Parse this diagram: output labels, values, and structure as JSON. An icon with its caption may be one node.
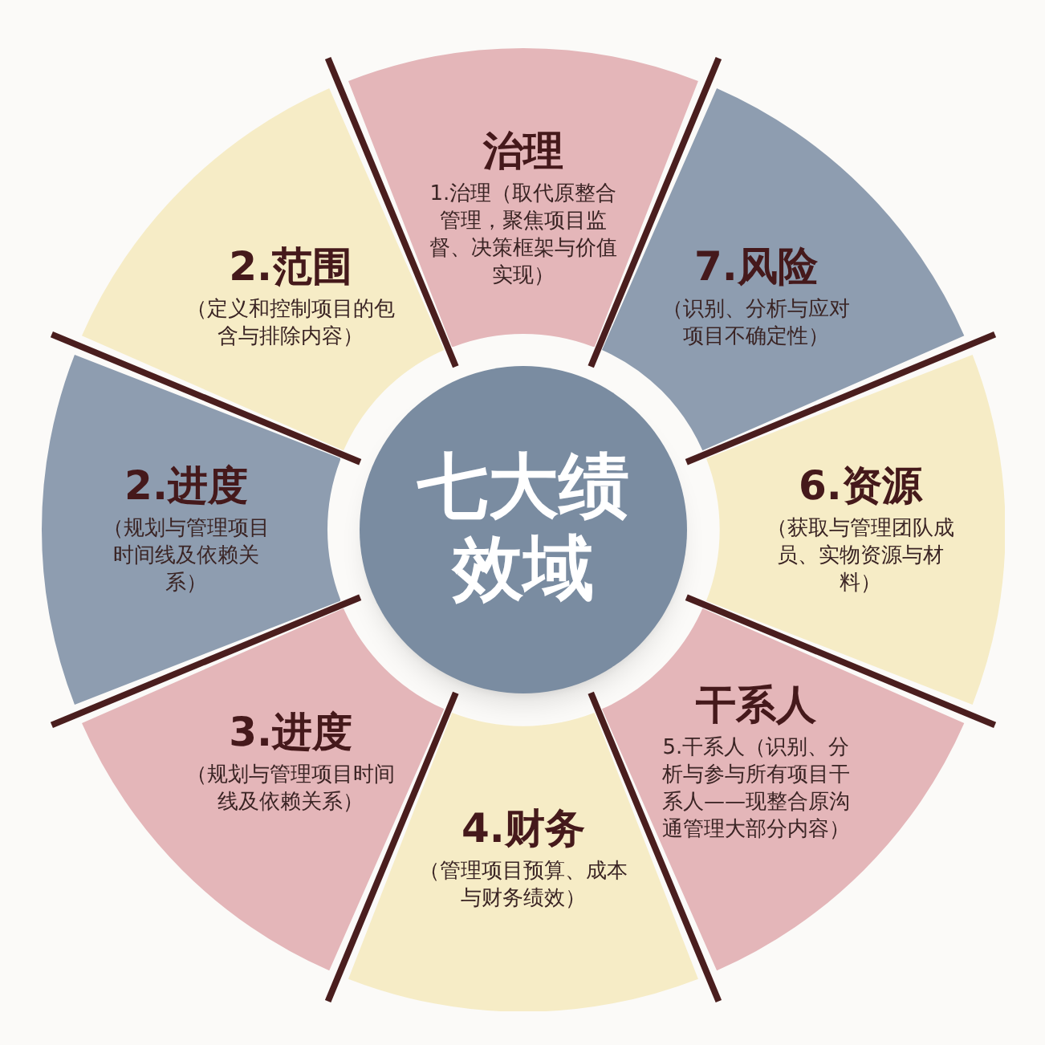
{
  "diagram": {
    "nodes": [
      {
        "text": [
          "七大绩效域"
        ]
      },
      {
        "text": [
          "治理",
          "1.治理（取代原整合管理，聚焦项目监督、决策框架与价值实现）"
        ]
      },
      {
        "text": [
          "7.风险",
          "（识别、分析与应对项目不确定性）"
        ]
      },
      {
        "text": [
          "6.资源",
          "（获取与管理团队成员、实物资源与材料）"
        ]
      },
      {
        "text": [
          "干系人",
          "5.干系人（识别、分析与参与所有项目干系人——现整合原沟通管理大部分内容）"
        ]
      },
      {
        "text": [
          "4.财务",
          "（管理项目预算、成本与财务绩效）"
        ]
      },
      {
        "text": [
          "3.进度",
          "（规划与管理项目时间线及依赖关系）"
        ]
      },
      {
        "text": [
          "2.进度",
          "（规划与管理项目时间线及依赖关系）"
        ]
      },
      {
        "text": [
          "2.范围",
          "（定义和控制项目的包含与排除内容）"
        ]
      }
    ]
  }
}
